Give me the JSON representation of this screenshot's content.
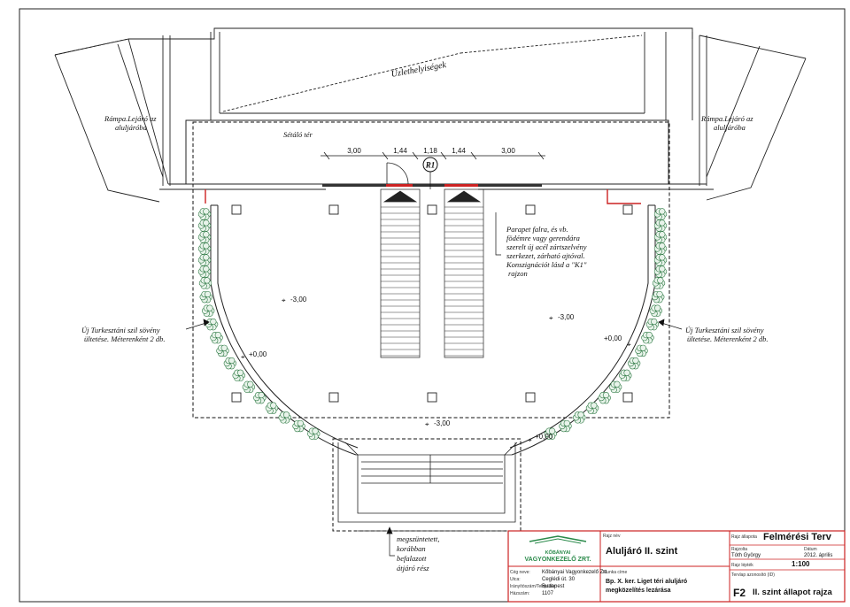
{
  "labels": {
    "shops": "Üzlethelyiségek",
    "walk": "Sétáló tér",
    "ramp_left_1": "Rámpa.Lejáró az",
    "ramp_left_2": "aluljáróba",
    "ramp_right_1": "Rámpa.Lejáró az",
    "ramp_right_2": "aluljáróba",
    "parapet_1": "Parapet falra, és vb.",
    "parapet_2": "födémre vagy gerendára",
    "parapet_3": "szerelt új acél zártszelvény",
    "parapet_4": "szerkezet, zárható ajtóval.",
    "parapet_5": "Konszignációt lásd a \"K1\"",
    "parapet_6": "rajzon",
    "hedge_left_1": "Új Turkesztáni szil sövény",
    "hedge_left_2": "ültetése. Méterenként 2 db.",
    "hedge_right_1": "Új Turkesztáni szil sövény",
    "hedge_right_2": "ültetése. Méterenként 2 db.",
    "closed_1": "megszüntetett,",
    "closed_2": "korábban",
    "closed_3": "befalazott",
    "closed_4": "átjáró rész",
    "r1": "R1",
    "lv_m300_a": "-3,00",
    "lv_m300_b": "-3,00",
    "lv_m300_c": "-3,00",
    "lv_p000_a": "+0,00",
    "lv_p000_b": "+0,00",
    "lv_p000_c": "+0,00"
  },
  "dimensions": [
    "3,00",
    "1,44",
    "1,18",
    "1,44",
    "3,00"
  ],
  "title_block": {
    "company_1": "KŐBÁNYAI",
    "company_2": "VAGYONKEZELŐ ZRT.",
    "rajz_nev_label": "Rajz név",
    "rajz_nev": "Aluljáró II. szint",
    "ceg_nev_label": "Cég neve:",
    "ceg_nev": "Kőbányai Vagyonkezelő Zrt.",
    "utca_label": "Utca:",
    "utca": "Ceglédi út. 30",
    "irsz_label": "Irányítószám/Település:",
    "irsz": "Budapest",
    "hsz_label": "Házszám:",
    "hsz": "1107",
    "munka_label": "Munka címe",
    "munka_1": "Bp. X. ker. Liget téri aluljáró",
    "munka_2": "megközelítés lezárása",
    "allapot_label": "Rajz állapota",
    "allapot": "Felmérési Terv",
    "rajzolta_label": "Rajzolta",
    "rajzolta": "Tóth György",
    "datum_label": "Dátum",
    "datum": "2012. április",
    "lepték_label": "Rajz lépték",
    "lepték": "1:100",
    "tervlap_label": "Tervlap azonosító (ID)",
    "tervlap_id": "F2",
    "tervlap_title": "II. szint állapot rajza"
  }
}
